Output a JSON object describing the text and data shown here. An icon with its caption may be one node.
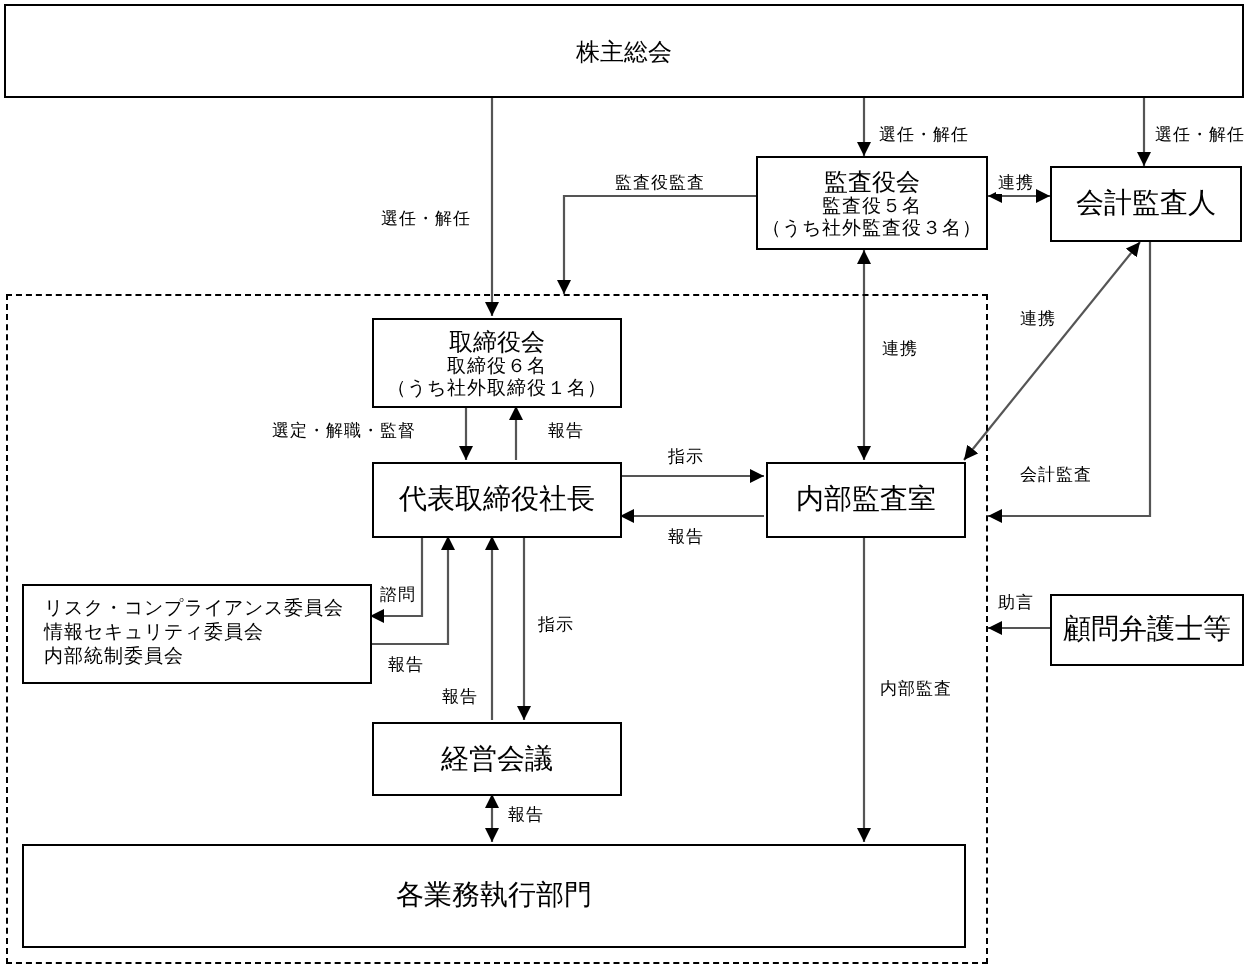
{
  "diagram": {
    "nodes": [
      {
        "text": [
          "株主総会"
        ]
      },
      {
        "text": [
          "監査役会",
          "監査役５名（うち社外監査役３名）"
        ]
      },
      {
        "text": [
          "会計監査人"
        ]
      },
      {
        "text": [],
        "shape": "box"
      },
      {
        "text": [
          "取締役会",
          "取締役６名（うち社外取締役１名）"
        ],
        "in": 3
      },
      {
        "text": [
          "代表取締役社長"
        ],
        "in": 3
      },
      {
        "text": [
          "内部監査室"
        ],
        "in": 3
      },
      {
        "text": [
          "リスク・コンプライアンス委員会",
          "情報セキュリティ委員会",
          "内部統制委員会"
        ],
        "in": 3
      },
      {
        "text": [
          "顧問弁護士等"
        ]
      },
      {
        "text": [
          "経営会議"
        ],
        "in": 3
      },
      {
        "text": [
          "各業務執行部門"
        ],
        "in": 3
      }
    ],
    "edges": [
      {
        "from": 0,
        "to": 4,
        "arrow": "to",
        "label": "選任・解任"
      },
      {
        "from": 0,
        "to": 1,
        "arrow": "to",
        "label": "選任・解任"
      },
      {
        "from": 0,
        "to": 2,
        "arrow": "to",
        "label": "選任・解任"
      },
      {
        "from": 1,
        "to": 3,
        "arrow": "to",
        "label": "監査役監査"
      },
      {
        "from": 1,
        "to": 2,
        "arrow": "both",
        "label": "連携"
      },
      {
        "from": 1,
        "to": 6,
        "arrow": "both",
        "label": "連携"
      },
      {
        "from": 2,
        "to": 6,
        "arrow": "both",
        "label": "連携"
      },
      {
        "from": 2,
        "to": 3,
        "arrow": "to",
        "label": "会計監査"
      },
      {
        "from": 4,
        "to": 5,
        "arrow": "to",
        "label": "選定・解職・監督"
      },
      {
        "from": 5,
        "to": 4,
        "arrow": "to",
        "label": "報告"
      },
      {
        "from": 5,
        "to": 6,
        "arrow": "to",
        "label": "指示"
      },
      {
        "from": 6,
        "to": 5,
        "arrow": "to",
        "label": "報告"
      },
      {
        "from": 5,
        "to": 7,
        "arrow": "to",
        "label": "諮問"
      },
      {
        "from": 7,
        "to": 5,
        "arrow": "to",
        "label": "報告"
      },
      {
        "from": 9,
        "to": 5,
        "arrow": "to",
        "label": "報告"
      },
      {
        "from": 5,
        "to": 9,
        "arrow": "to",
        "label": "指示"
      },
      {
        "from": 9,
        "to": 10,
        "arrow": "both",
        "label": "報告"
      },
      {
        "from": 6,
        "to": 10,
        "arrow": "to",
        "label": "内部監査"
      },
      {
        "from": 8,
        "to": 3,
        "arrow": "to",
        "label": "助言"
      }
    ]
  }
}
